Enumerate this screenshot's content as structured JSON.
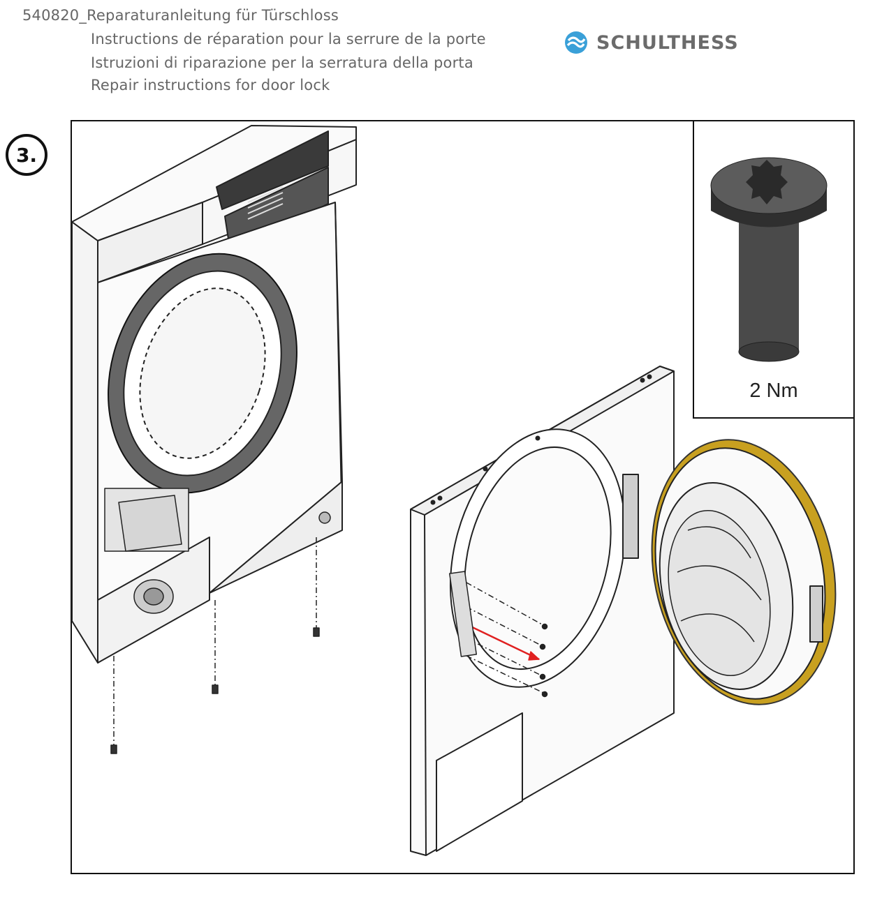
{
  "header": {
    "title_de": "540820_Reparaturanleitung für Türschloss",
    "title_fr": "Instructions de réparation pour la serrure de la porte",
    "title_it": "Istruzioni di riparazione per la serratura della porta",
    "title_en": "Repair instructions for door lock"
  },
  "logo": {
    "name": "SCHULTHESS",
    "color": "#3aa0d8"
  },
  "step": {
    "number": "3."
  },
  "detail": {
    "torque": "2 Nm"
  },
  "colors": {
    "line": "#222222",
    "seal": "#c8a020",
    "arrow": "#e02020"
  }
}
